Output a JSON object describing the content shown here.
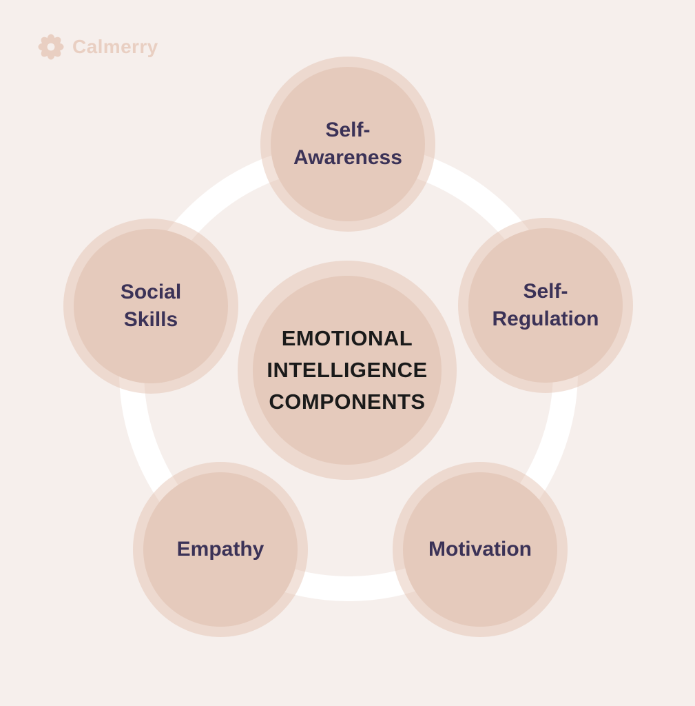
{
  "brand": {
    "name": "Calmerry",
    "icon": "flower-icon"
  },
  "diagram": {
    "title": "Emotional Intelligence Components",
    "type": "hub-and-spoke",
    "center": {
      "id": "emotional-intelligence-components",
      "label": "EMOTIONAL\nINTELLIGENCE\nCOMPONENTS"
    },
    "nodes": [
      {
        "id": "self-awareness",
        "position": "top",
        "label": "Self-\nAwareness"
      },
      {
        "id": "self-regulation",
        "position": "right",
        "label": "Self-\nRegulation"
      },
      {
        "id": "motivation",
        "position": "bottom-right",
        "label": "Motivation"
      },
      {
        "id": "empathy",
        "position": "bottom-left",
        "label": "Empathy"
      },
      {
        "id": "social-skills",
        "position": "left",
        "label": "Social\nSkills"
      }
    ]
  },
  "theme": {
    "background": "#f6efec",
    "circle_fill": "#e5cabc",
    "halo": "rgba(224,186,168,0.42)",
    "ring": "#ffffff",
    "center_text": "#1a1a1a",
    "node_text": "#3b3257",
    "brand": "#e9cfc2"
  }
}
